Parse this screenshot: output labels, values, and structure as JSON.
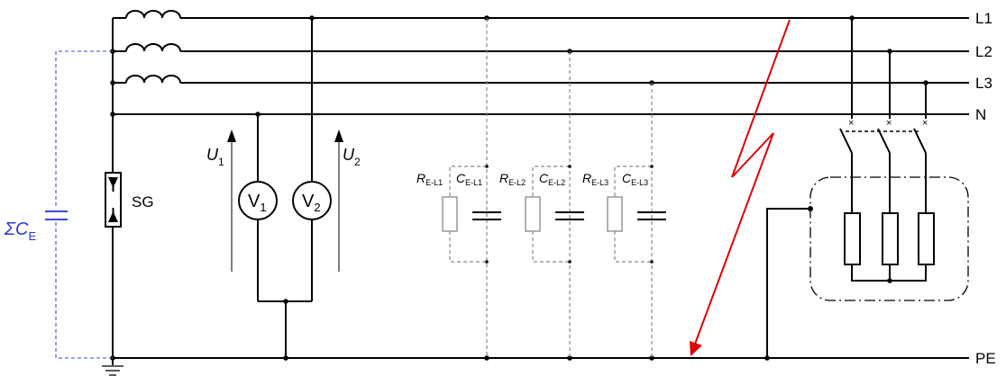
{
  "lines": {
    "l1": "L1",
    "l2": "L2",
    "l3": "L3",
    "n": "N",
    "pe": "PE"
  },
  "components": {
    "surge_gap": "SG",
    "voltmeter1": {
      "letter": "V",
      "sub": "1"
    },
    "voltmeter2": {
      "letter": "V",
      "sub": "2"
    },
    "voltage1": {
      "letter": "U",
      "sub": "1"
    },
    "voltage2": {
      "letter": "U",
      "sub": "2"
    },
    "capacitance": {
      "prefix": "ΣC",
      "sub": "E"
    },
    "insulation": [
      {
        "r_letter": "R",
        "r_sub": "E-L1",
        "c_letter": "C",
        "c_sub": "E-L1"
      },
      {
        "r_letter": "R",
        "r_sub": "E-L2",
        "c_letter": "C",
        "c_sub": "E-L2"
      },
      {
        "r_letter": "R",
        "r_sub": "E-L3",
        "c_letter": "C",
        "c_sub": "E-L3"
      }
    ]
  },
  "colors": {
    "wire": "#000000",
    "fault_arrow": "#e00000",
    "capacitance_label": "#2b35d6",
    "insulation_dashed": "#888888"
  }
}
